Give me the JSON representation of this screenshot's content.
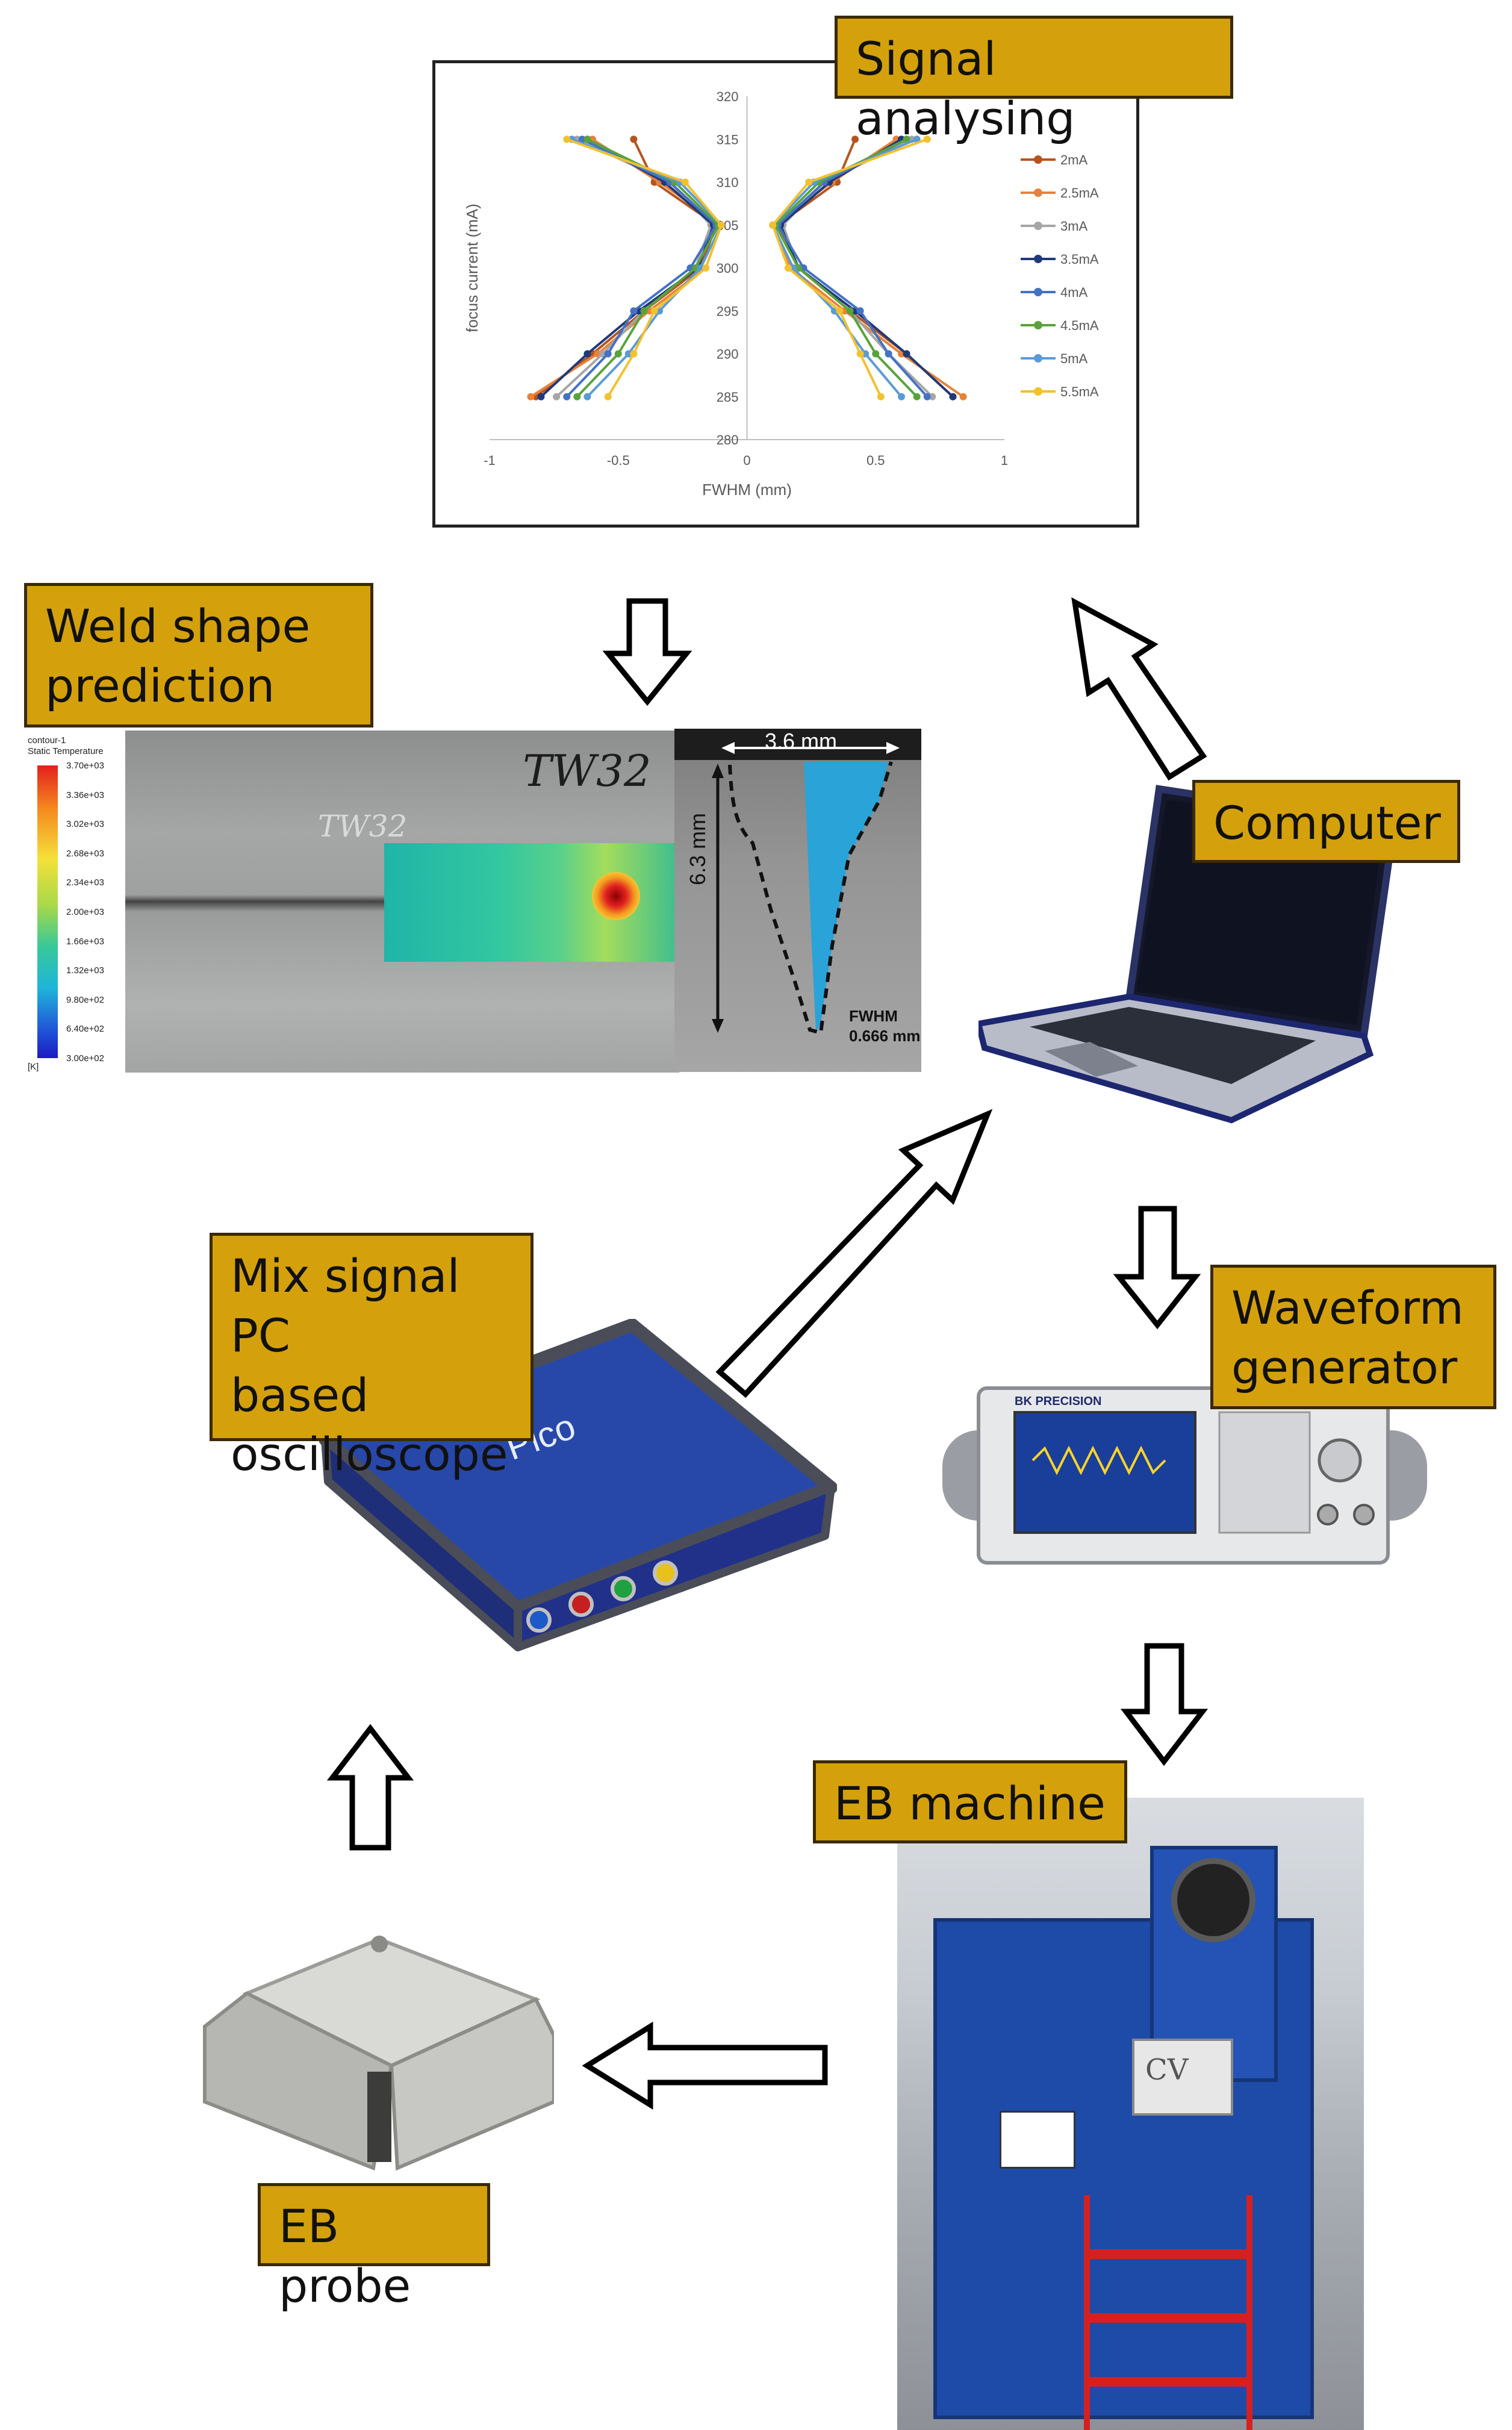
{
  "labels": {
    "signal_analysing": "Signal analysing",
    "weld_shape_line1": "Weld shape",
    "weld_shape_line2": "prediction",
    "computer": "Computer",
    "mix_signal_line1": "Mix signal PC",
    "mix_signal_line2": "based",
    "mix_signal_line3": "oscilloscope",
    "waveform_line1": "Waveform",
    "waveform_line2": "generator",
    "eb_machine": "EB machine",
    "eb_probe": "EB probe"
  },
  "weld": {
    "width_label": "3.6 mm",
    "depth_label": "6.3 mm",
    "fwhm_label": "FWHM",
    "fwhm_value": "0.666 mm",
    "sample_mark": "TW32",
    "sample_mark_faint": "TW32"
  },
  "legend_scale": {
    "title": "contour-1",
    "subtitle": "Static Temperature",
    "unit": "[K]",
    "values": [
      "3.70e+03",
      "3.36e+03",
      "3.02e+03",
      "2.68e+03",
      "2.34e+03",
      "2.00e+03",
      "1.66e+03",
      "1.32e+03",
      "9.80e+02",
      "6.40e+02",
      "3.00e+02"
    ]
  },
  "devices": {
    "scope_brand": "Pico",
    "generator_brand": "BK PRECISION",
    "machine_mark": "CV"
  },
  "colors": {
    "label_bg": "#d4a10c",
    "label_border": "#3a2a00"
  },
  "chart_data": {
    "type": "scatter",
    "xlabel": "FWHM  (mm)",
    "ylabel": "focus current (mA)",
    "xlim": [
      -1,
      1
    ],
    "ylim": [
      280,
      320
    ],
    "xticks": [
      "-1",
      "-0.5",
      "0",
      "0.5",
      "1"
    ],
    "yticks": [
      "280",
      "285",
      "290",
      "295",
      "300",
      "305",
      "310",
      "315",
      "320"
    ],
    "grid": false,
    "legend_position": "right",
    "y": [
      285,
      290,
      295,
      300,
      305,
      310,
      315
    ],
    "series": [
      {
        "name": "2mA",
        "color": "#b5541f",
        "left": [
          -0.82,
          -0.6,
          -0.4,
          -0.18,
          -0.12,
          -0.36,
          -0.44
        ],
        "right": [
          0.8,
          0.62,
          0.4,
          0.2,
          0.12,
          0.35,
          0.42
        ]
      },
      {
        "name": "2.5mA",
        "color": "#e8823a",
        "left": [
          -0.84,
          -0.58,
          -0.38,
          -0.16,
          -0.1,
          -0.34,
          -0.6
        ],
        "right": [
          0.84,
          0.6,
          0.38,
          0.17,
          0.1,
          0.33,
          0.58
        ]
      },
      {
        "name": "3mA",
        "color": "#a6a6a6",
        "left": [
          -0.74,
          -0.56,
          -0.4,
          -0.2,
          -0.14,
          -0.3,
          -0.66
        ],
        "right": [
          0.72,
          0.55,
          0.4,
          0.2,
          0.14,
          0.3,
          0.64
        ]
      },
      {
        "name": "3.5mA",
        "color": "#1f3a7a",
        "left": [
          -0.8,
          -0.62,
          -0.42,
          -0.19,
          -0.13,
          -0.32,
          -0.62
        ],
        "right": [
          0.8,
          0.62,
          0.42,
          0.2,
          0.13,
          0.32,
          0.6
        ]
      },
      {
        "name": "4mA",
        "color": "#4472c4",
        "left": [
          -0.7,
          -0.54,
          -0.44,
          -0.22,
          -0.12,
          -0.3,
          -0.64
        ],
        "right": [
          0.7,
          0.55,
          0.44,
          0.22,
          0.12,
          0.3,
          0.62
        ]
      },
      {
        "name": "4.5mA",
        "color": "#5aa33b",
        "left": [
          -0.66,
          -0.5,
          -0.4,
          -0.2,
          -0.11,
          -0.28,
          -0.62
        ],
        "right": [
          0.66,
          0.5,
          0.4,
          0.2,
          0.11,
          0.28,
          0.62
        ]
      },
      {
        "name": "5mA",
        "color": "#5b9bd5",
        "left": [
          -0.62,
          -0.46,
          -0.34,
          -0.18,
          -0.1,
          -0.26,
          -0.68
        ],
        "right": [
          0.6,
          0.46,
          0.34,
          0.18,
          0.1,
          0.26,
          0.66
        ]
      },
      {
        "name": "5.5mA",
        "color": "#f2c12e",
        "left": [
          -0.54,
          -0.44,
          -0.36,
          -0.16,
          -0.1,
          -0.24,
          -0.7
        ],
        "right": [
          0.52,
          0.44,
          0.36,
          0.16,
          0.1,
          0.24,
          0.7
        ]
      }
    ]
  }
}
